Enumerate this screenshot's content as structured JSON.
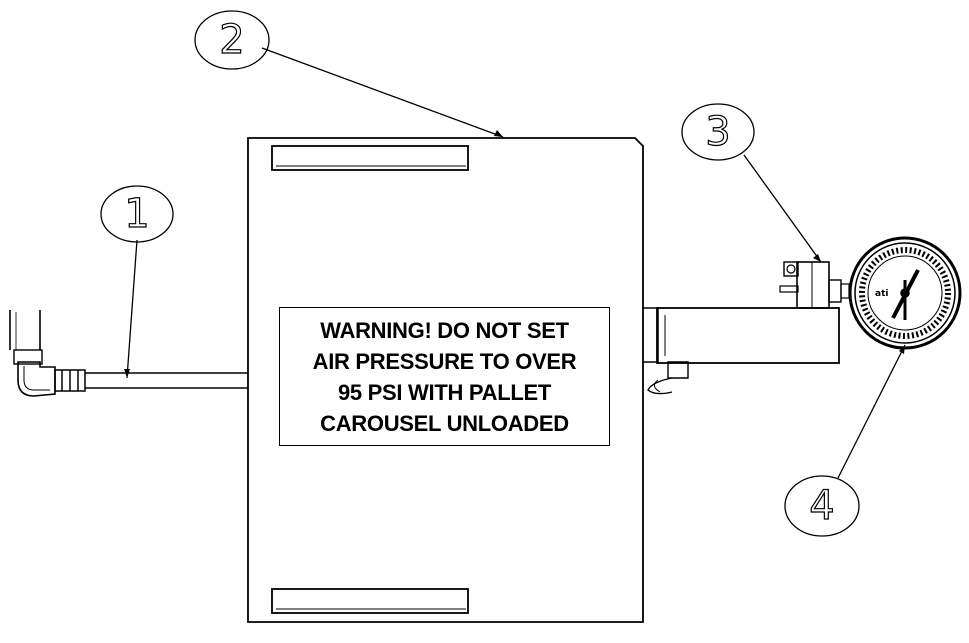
{
  "warning": {
    "lines": [
      "WARNING! DO NOT SET",
      "AIR PRESSURE TO OVER",
      "95 PSI WITH PALLET",
      "CAROUSEL UNLOADED"
    ]
  },
  "callouts": [
    {
      "number": "1",
      "part": "air-hose"
    },
    {
      "number": "2",
      "part": "air-tank"
    },
    {
      "number": "3",
      "part": "pressure-regulator"
    },
    {
      "number": "4",
      "part": "pressure-gauge"
    }
  ],
  "colors": {
    "line": "#000000",
    "background": "#ffffff"
  }
}
